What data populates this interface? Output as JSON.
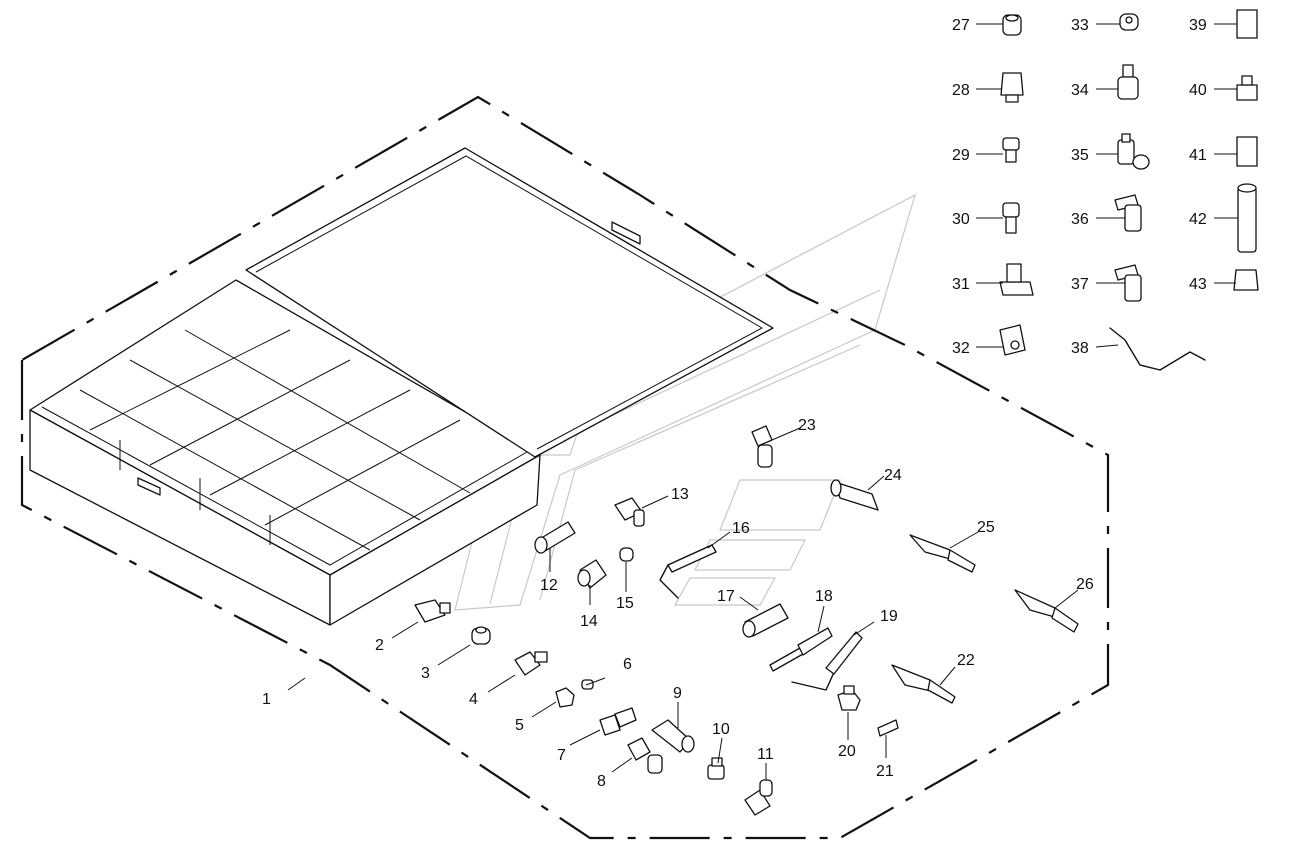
{
  "labels": {
    "p1": "1",
    "p2": "2",
    "p3": "3",
    "p4": "4",
    "p5": "5",
    "p6": "6",
    "p7": "7",
    "p8": "8",
    "p9": "9",
    "p10": "10",
    "p11": "11",
    "p12": "12",
    "p13": "13",
    "p14": "14",
    "p15": "15",
    "p16": "16",
    "p17": "17",
    "p18": "18",
    "p19": "19",
    "p20": "20",
    "p21": "21",
    "p22": "22",
    "p23": "23",
    "p24": "24",
    "p25": "25",
    "p26": "26",
    "p27": "27",
    "p28": "28",
    "p29": "29",
    "p30": "30",
    "p31": "31",
    "p32": "32",
    "p33": "33",
    "p34": "34",
    "p35": "35",
    "p36": "36",
    "p37": "37",
    "p38": "38",
    "p39": "39",
    "p40": "40",
    "p41": "41",
    "p42": "42",
    "p43": "43"
  }
}
